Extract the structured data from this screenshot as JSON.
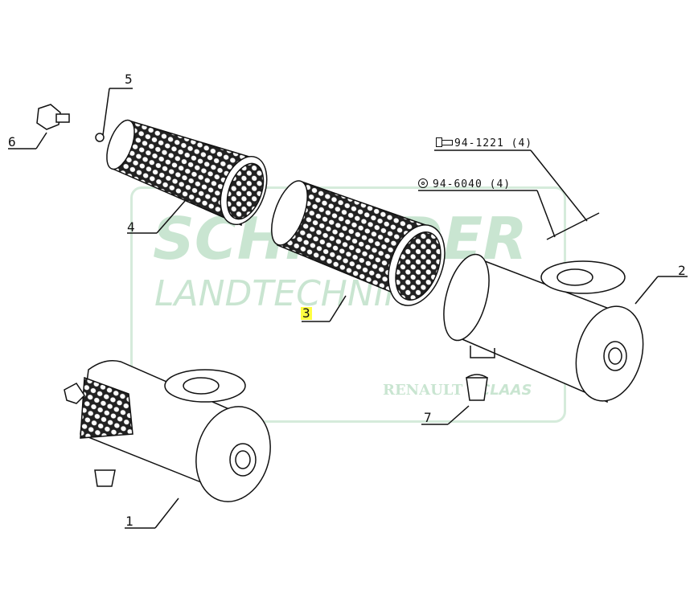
{
  "diagram": {
    "callouts": [
      {
        "id": "1",
        "label": "1"
      },
      {
        "id": "2",
        "label": "2"
      },
      {
        "id": "3",
        "label": "3",
        "highlighted": true
      },
      {
        "id": "4",
        "label": "4"
      },
      {
        "id": "5",
        "label": "5"
      },
      {
        "id": "6",
        "label": "6"
      },
      {
        "id": "7",
        "label": "7"
      }
    ],
    "references": [
      {
        "icon": "bolt-icon",
        "text": "94-1221  (4)"
      },
      {
        "icon": "washer-icon",
        "text": "94-6040  (4)"
      }
    ],
    "highlight_color": "#ffff40"
  },
  "watermark": {
    "brand": "SCHNEIDER",
    "sub": "LANDTECHNIK",
    "renault": "RENAULT",
    "claas": "CLAAS",
    "color": "#2e9b4a"
  }
}
